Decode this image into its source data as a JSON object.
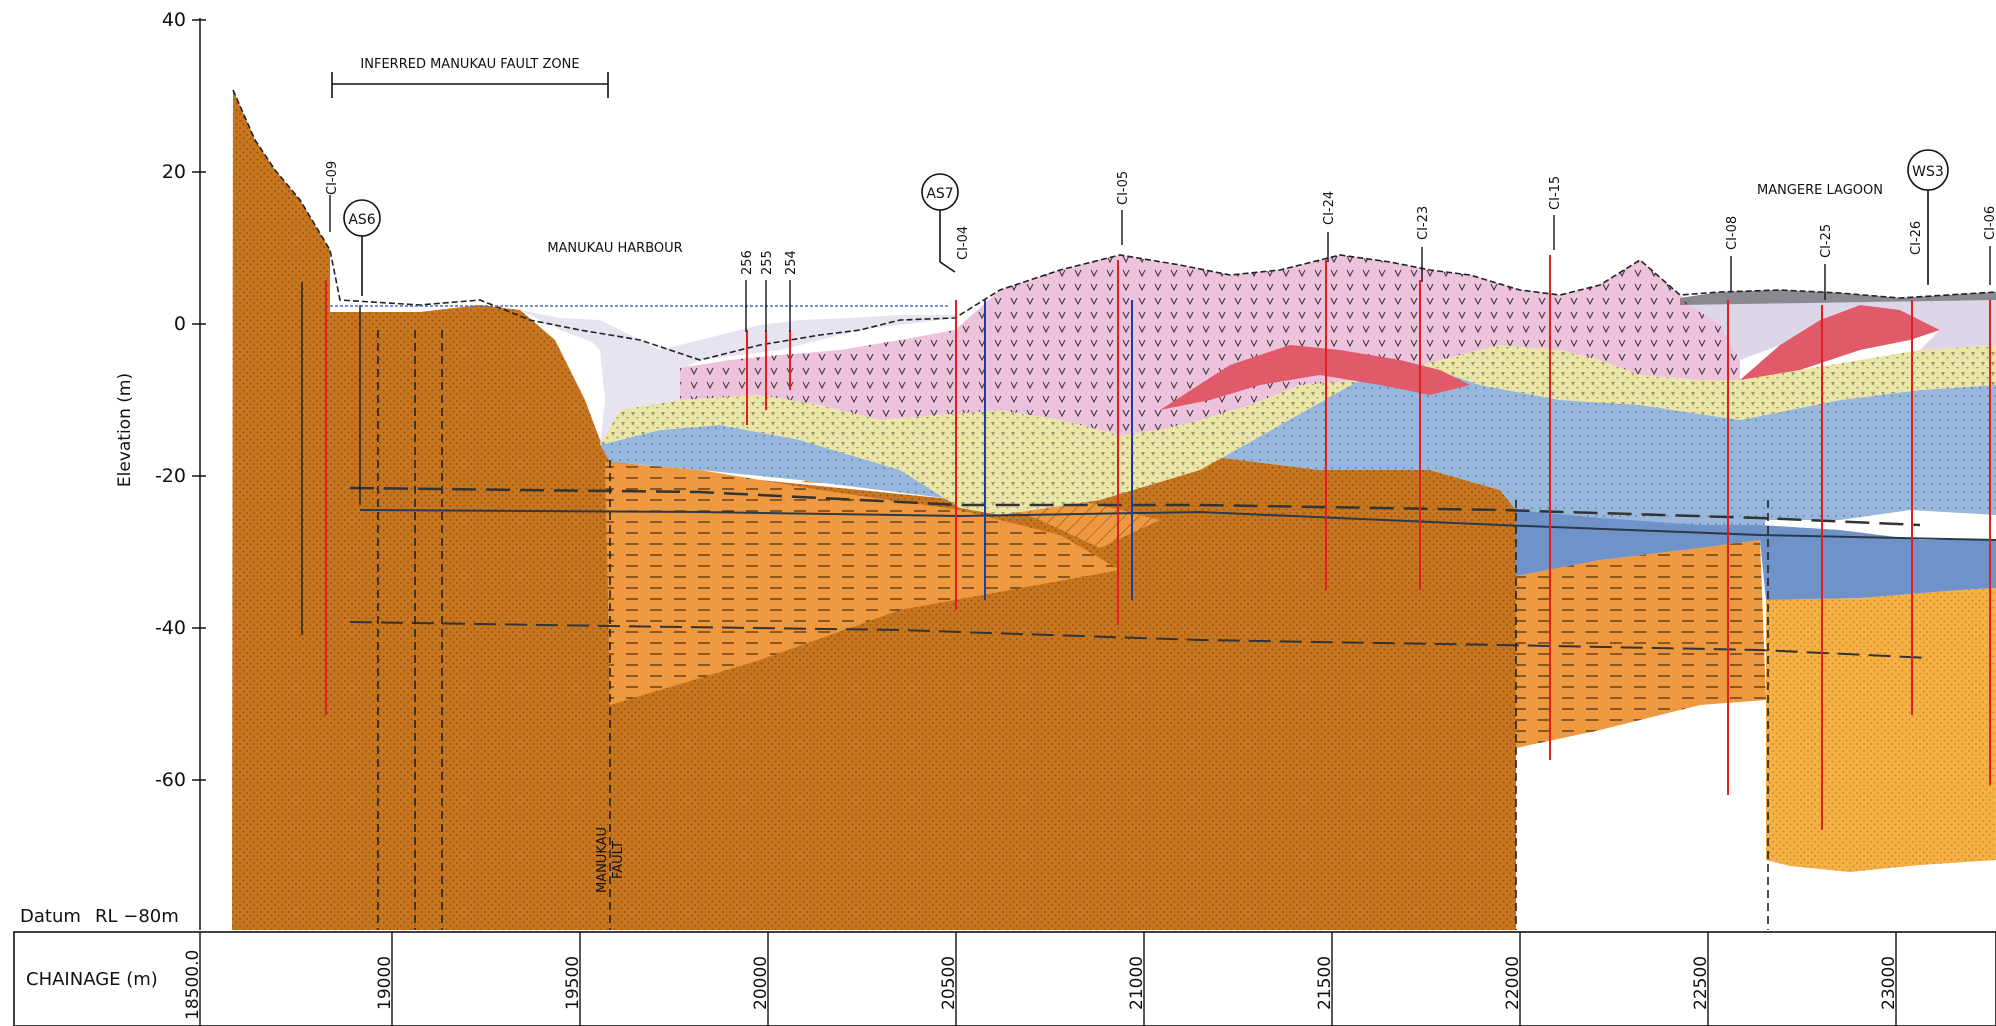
{
  "axis": {
    "y_label": "Elevation (m)",
    "y_ticks": [
      "40",
      "20",
      "0",
      "-20",
      "-40",
      "-60"
    ],
    "datum_label": "Datum",
    "datum_value": "RL  −80m"
  },
  "chainage": {
    "label": "CHAINAGE (m)",
    "ticks": [
      "18500.0",
      "19000",
      "19500",
      "20000",
      "20500",
      "21000",
      "21500",
      "22000",
      "22500",
      "23000"
    ]
  },
  "annotations": {
    "fault_zone": "INFERRED MANUKAU FAULT ZONE",
    "harbour": "MANUKAU HARBOUR",
    "lagoon": "MANGERE LAGOON",
    "fault_line_1": "MANUKAU",
    "fault_line_2": "FAULT"
  },
  "stations": [
    "AS6",
    "AS7",
    "WS3"
  ],
  "boreholes": [
    "CI-09",
    "256",
    "255",
    "254",
    "CI-04",
    "CI-05",
    "CI-24",
    "CI-23",
    "CI-15",
    "CI-08",
    "CI-25",
    "CI-26",
    "CI-06"
  ],
  "colors": {
    "basalt": "#c7761f",
    "orange_upper": "#ee9940",
    "lower_right": "#f6b044",
    "pink_ash": "#ecc2dc",
    "red_tuff": "#e05a6a",
    "yellow_sand": "#ece6a6",
    "blue_silt": "#97b8dc",
    "blue_dark": "#6f93c8",
    "harbour_mud": "#e8e4ef",
    "water_line": "#4a6cc2"
  }
}
